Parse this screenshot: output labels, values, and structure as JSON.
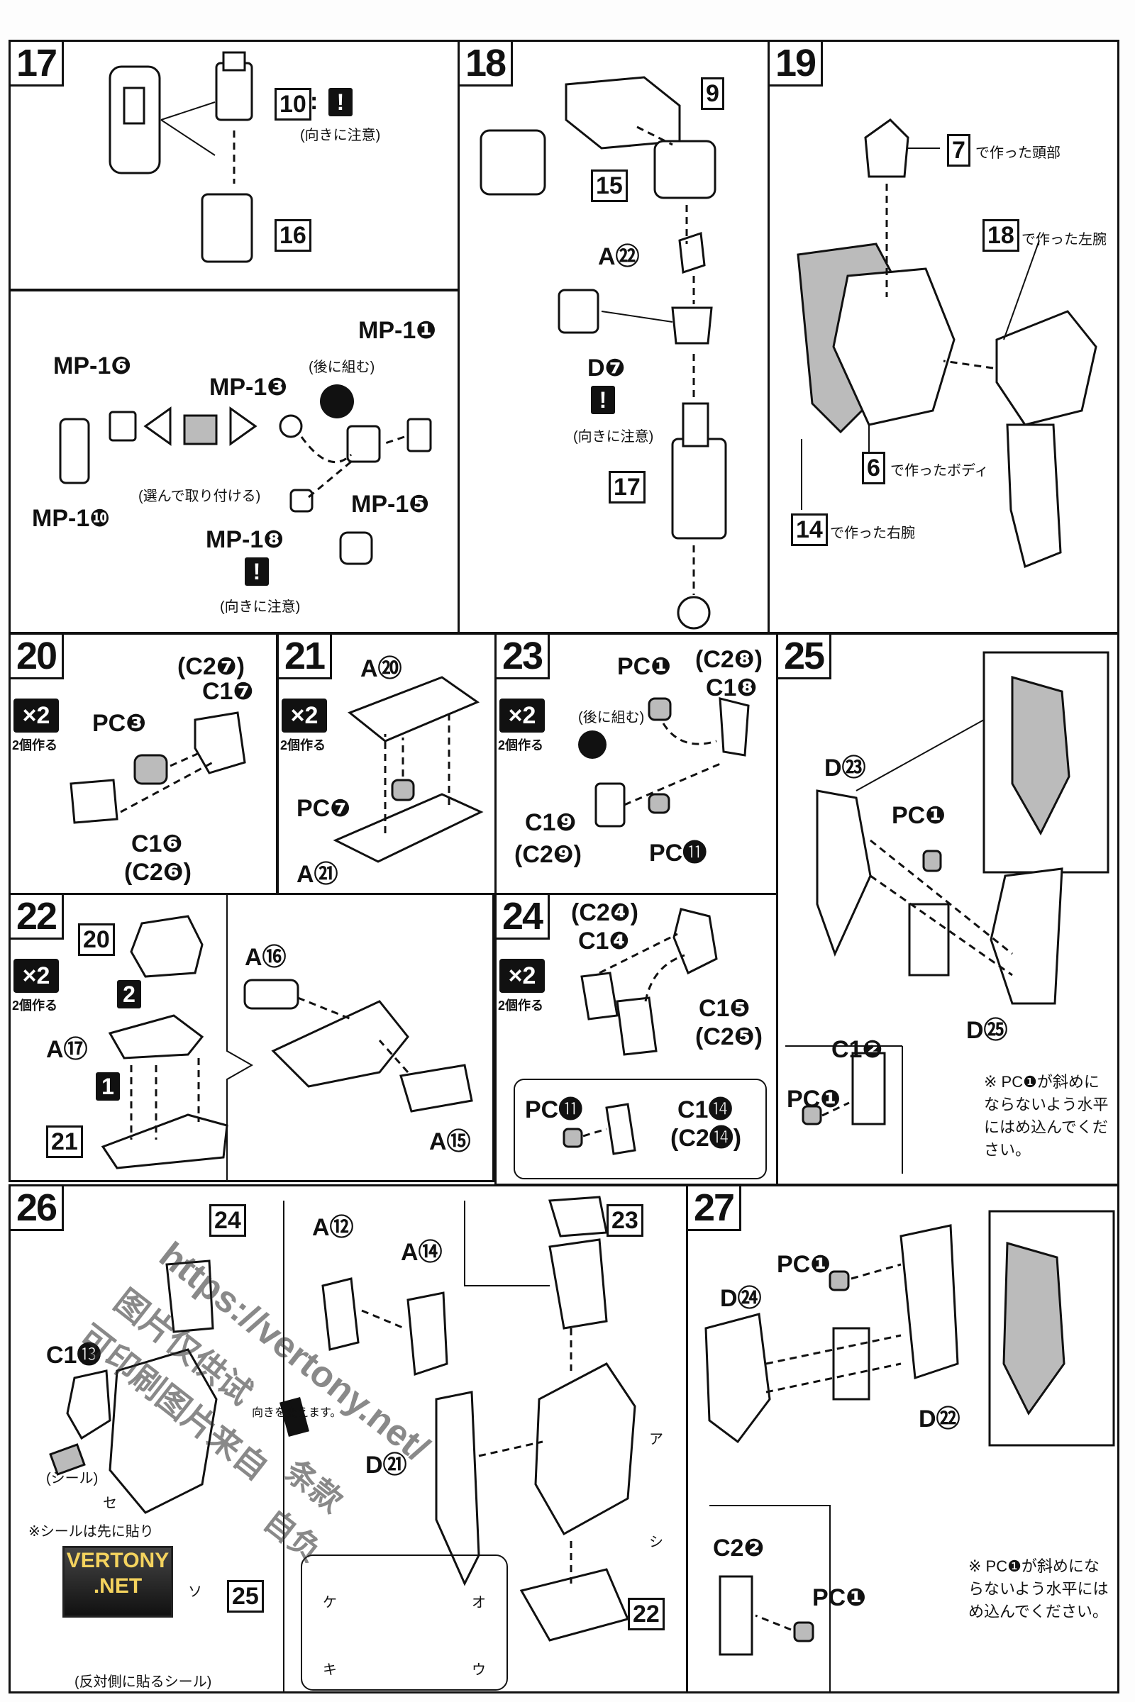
{
  "steps": {
    "s17": {
      "num": "17",
      "p10": "10",
      "warn_sep": ":",
      "warn_caption": "(向きに注意)",
      "p16": "16"
    },
    "s17b": {
      "mp1_6": "MP-1❻",
      "mp1_10": "MP-1❿",
      "choose_caption": "(選んで取り付ける)",
      "mp1_3": "MP-1❸",
      "mp1_1": "MP-1❶",
      "after_caption": "(後に組む)",
      "mp1_5": "MP-1❺",
      "mp1_8": "MP-1❽",
      "warn_caption": "(向きに注意)"
    },
    "s18": {
      "num": "18",
      "p9": "9",
      "p15": "15",
      "a22": "A㉒",
      "d7": "D❼",
      "warn_caption": "(向きに注意)",
      "p17": "17"
    },
    "s19": {
      "num": "19",
      "head": "で作った頭部",
      "head_num": "7",
      "larm": "で作った左腕",
      "larm_num": "18",
      "body": "で作ったボディ",
      "body_num": "6",
      "rarm": "で作った右腕",
      "rarm_num": "14"
    },
    "s20": {
      "num": "20",
      "x2": "×2",
      "make2": "2個作る",
      "c27": "(C2❼)",
      "c17": "C1❼",
      "pc3": "PC❸",
      "c16": "C1❻",
      "c26": "(C2❻)"
    },
    "s21": {
      "num": "21",
      "x2": "×2",
      "make2": "2個作る",
      "a20": "A⑳",
      "pc7": "PC❼",
      "a21": "A㉑"
    },
    "s22": {
      "num": "22",
      "x2": "×2",
      "make2": "2個作る",
      "p20": "20",
      "step2": "2",
      "a17": "A⑰",
      "step1": "1",
      "p21": "21",
      "a16": "A⑯",
      "a15": "A⑮"
    },
    "s23": {
      "num": "23",
      "x2": "×2",
      "make2": "2個作る",
      "pc1": "PC❶",
      "c28": "(C2❽)",
      "c18": "C1❽",
      "after_caption": "(後に組む)",
      "c19": "C1❾",
      "c29": "(C2❾)",
      "pc11": "PC⓫"
    },
    "s24": {
      "num": "24",
      "x2": "×2",
      "make2": "2個作る",
      "c24": "(C2❹)",
      "c14": "C1❹",
      "c15": "C1❺",
      "c25": "(C2❺)",
      "pc11": "PC⓫",
      "c114": "C1⓮",
      "c214": "(C2⓮)"
    },
    "s25": {
      "num": "25",
      "d23": "D㉓",
      "pc1": "PC❶",
      "d25": "D㉕",
      "c12": "C1❷",
      "pc1b": "PC❶",
      "note": "※ PC❶が斜めにならないよう水平にはめ込んでください。"
    },
    "s26": {
      "num": "26",
      "p24": "24",
      "c13": "C1⓭",
      "seal": "(シール)",
      "seal_se": "セ",
      "seal_so": "ソ",
      "seal_note": "※シールは先に貼り",
      "p25": "25",
      "direction": "向きを変えます。",
      "a12": "A⑫",
      "a14": "A⑭",
      "p23": "23",
      "d21": "D㉑",
      "seal_a": "ア",
      "seal_shi": "シ",
      "seal_ke": "ケ",
      "seal_o": "オ",
      "seal_ki": "キ",
      "seal_u": "ウ",
      "p22": "22",
      "reverse": "(反対側に貼るシール)"
    },
    "s27": {
      "num": "27",
      "pc1": "PC❶",
      "d24": "D㉔",
      "d22": "D㉒",
      "c22": "C2❷",
      "pc1b": "PC❶",
      "note": "※ PC❶が斜めにならないよう水平にはめ込んでください。"
    }
  },
  "watermark": {
    "url": "https://vertony.net/",
    "cn1": "图片仅供试",
    "cn2": "可印刷图片来自",
    "cn3": "条款",
    "cn4": "自负",
    "logo": "VERTONY .NET"
  }
}
